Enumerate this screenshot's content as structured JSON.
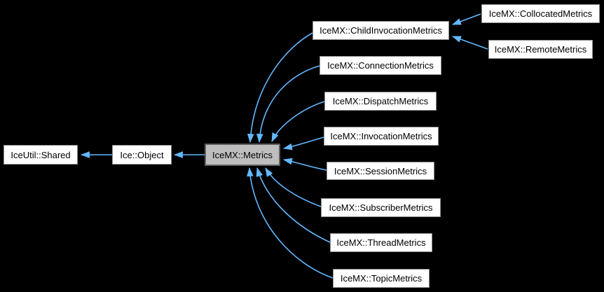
{
  "diagram": {
    "type": "class-inheritance-graph",
    "background_color": "#000000",
    "edge_color": "#63b8ff",
    "node_fill_color": "#ffffff",
    "node_border_color": "#8f8f8f",
    "selected_node_fill_color": "#bebebe",
    "selected_node_border_color": "#5f5f5f",
    "nodes": {
      "shared": {
        "label": "IceUtil::Shared"
      },
      "object": {
        "label": "Ice::Object"
      },
      "metrics": {
        "label": "IceMX::Metrics",
        "selected": "true"
      },
      "child": {
        "label": "IceMX::ChildInvocationMetrics"
      },
      "collocated": {
        "label": "IceMX::CollocatedMetrics"
      },
      "remote": {
        "label": "IceMX::RemoteMetrics"
      },
      "connection": {
        "label": "IceMX::ConnectionMetrics"
      },
      "dispatch": {
        "label": "IceMX::DispatchMetrics"
      },
      "invocation": {
        "label": "IceMX::InvocationMetrics"
      },
      "session": {
        "label": "IceMX::SessionMetrics"
      },
      "subscriber": {
        "label": "IceMX::SubscriberMetrics"
      },
      "thread": {
        "label": "IceMX::ThreadMetrics"
      },
      "topic": {
        "label": "IceMX::TopicMetrics"
      }
    },
    "edges": [
      {
        "from": "Ice::Object",
        "to": "IceUtil::Shared"
      },
      {
        "from": "IceMX::Metrics",
        "to": "Ice::Object"
      },
      {
        "from": "IceMX::ChildInvocationMetrics",
        "to": "IceMX::Metrics"
      },
      {
        "from": "IceMX::ConnectionMetrics",
        "to": "IceMX::Metrics"
      },
      {
        "from": "IceMX::DispatchMetrics",
        "to": "IceMX::Metrics"
      },
      {
        "from": "IceMX::InvocationMetrics",
        "to": "IceMX::Metrics"
      },
      {
        "from": "IceMX::SessionMetrics",
        "to": "IceMX::Metrics"
      },
      {
        "from": "IceMX::SubscriberMetrics",
        "to": "IceMX::Metrics"
      },
      {
        "from": "IceMX::ThreadMetrics",
        "to": "IceMX::Metrics"
      },
      {
        "from": "IceMX::TopicMetrics",
        "to": "IceMX::Metrics"
      },
      {
        "from": "IceMX::CollocatedMetrics",
        "to": "IceMX::ChildInvocationMetrics"
      },
      {
        "from": "IceMX::RemoteMetrics",
        "to": "IceMX::ChildInvocationMetrics"
      }
    ]
  }
}
